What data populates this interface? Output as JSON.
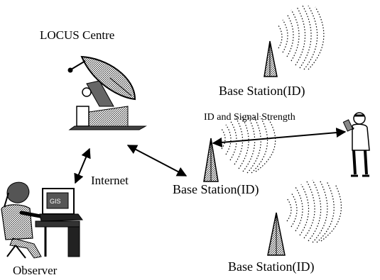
{
  "labels": {
    "locus_centre": "LOCUS Centre",
    "base_station_top": "Base Station(ID)",
    "signal": "ID and Signal Strength",
    "internet": "Internet",
    "base_station_mid": "Base Station(ID)",
    "base_station_bottom": "Base Station(ID)",
    "observer": "Observer"
  },
  "icons": [
    "satellite-dish-icon",
    "antenna-tower-icon",
    "mobile-user-icon",
    "observer-computer-icon"
  ],
  "colors": {
    "ink": "#000000",
    "background": "#ffffff"
  }
}
